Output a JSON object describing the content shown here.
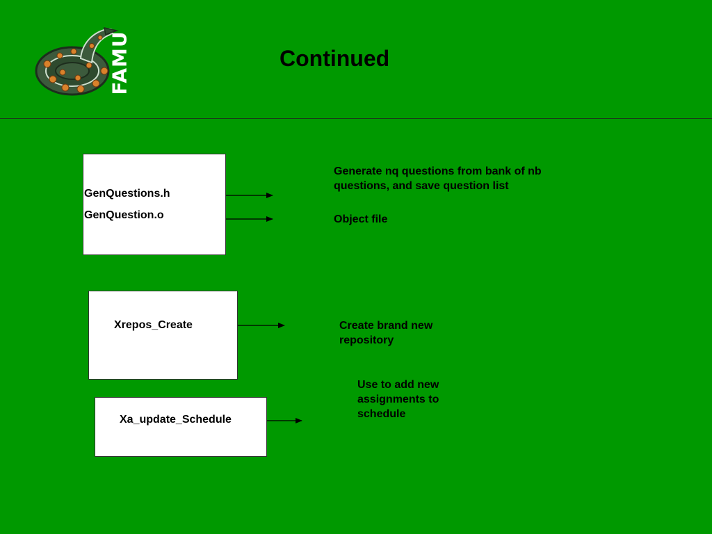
{
  "slide": {
    "title": "Continued",
    "logo_text": "FAMU"
  },
  "boxes": {
    "genquestions": {
      "line1": "GenQuestions.h",
      "line2": "GenQuestion.o"
    },
    "xrepos": {
      "label": "Xrepos_Create"
    },
    "xa_update": {
      "label": "Xa_update_Schedule"
    }
  },
  "descriptions": {
    "genquestions_h": "Generate nq questions from bank of nb questions, and save question list",
    "genquestion_o": "Object file",
    "xrepos": "Create brand new repository",
    "xa_update": "Use to add new assignments to schedule"
  },
  "colors": {
    "background": "#009900",
    "box_fill": "#ffffff",
    "text": "#000000"
  }
}
